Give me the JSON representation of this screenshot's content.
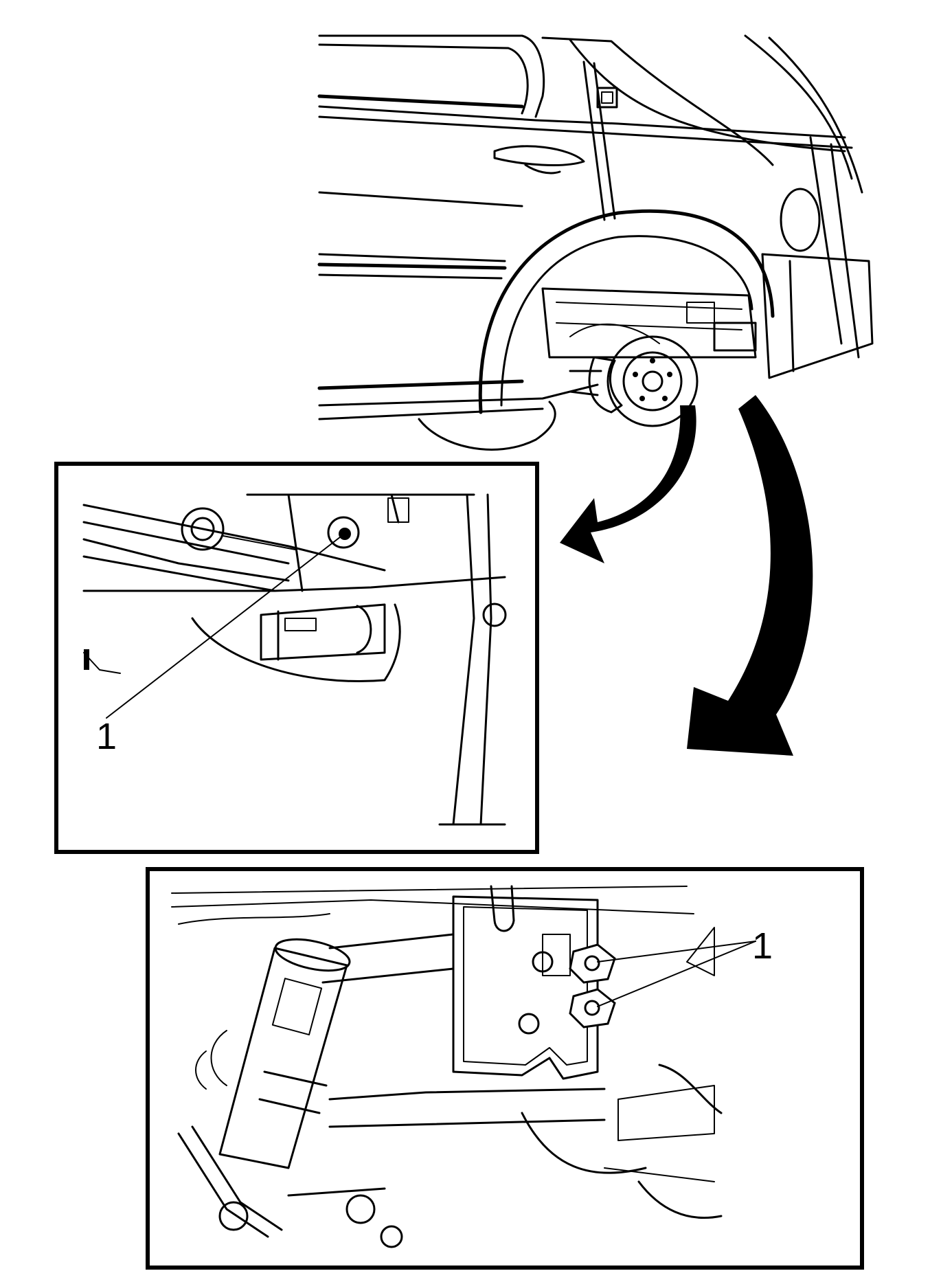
{
  "figure": {
    "callouts": {
      "detail_view_label": "1",
      "lower_view_label": "1"
    },
    "icons": [
      "vehicle-rear-quarter-drawing",
      "detail-view-arrow",
      "lower-view-arrow"
    ],
    "colors": {
      "line": "#000000",
      "background": "#ffffff"
    }
  }
}
